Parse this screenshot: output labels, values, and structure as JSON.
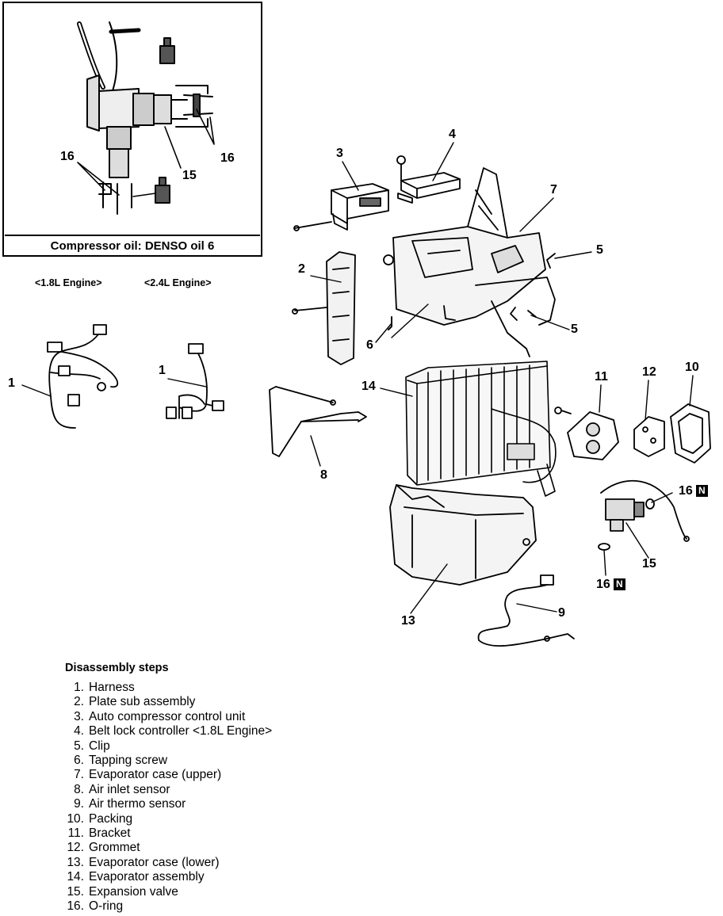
{
  "inset": {
    "caption": "Compressor oil: DENSO oil 6",
    "callouts": {
      "a": "16",
      "b": "16",
      "c": "15"
    }
  },
  "engines": {
    "left": "<1.8L Engine>",
    "right": "<2.4L Engine>"
  },
  "callouts": {
    "c3": "3",
    "c4": "4",
    "c7": "7",
    "c5a": "5",
    "c5b": "5",
    "c2": "2",
    "c6": "6",
    "c1a": "1",
    "c1b": "1",
    "c14": "14",
    "c11": "11",
    "c12": "12",
    "c10": "10",
    "c8": "8",
    "c16a": "16",
    "c16b": "16",
    "c15": "15",
    "c13": "13",
    "c9": "9"
  },
  "badges": {
    "n1": "N",
    "n2": "N"
  },
  "steps": {
    "title": "Disassembly steps",
    "items": [
      {
        "num": "1.",
        "text": "Harness"
      },
      {
        "num": "2.",
        "text": "Plate sub assembly"
      },
      {
        "num": "3.",
        "text": "Auto compressor control unit"
      },
      {
        "num": "4.",
        "text": "Belt lock controller <1.8L Engine>"
      },
      {
        "num": "5.",
        "text": "Clip"
      },
      {
        "num": "6.",
        "text": "Tapping screw"
      },
      {
        "num": "7.",
        "text": "Evaporator case (upper)"
      },
      {
        "num": "8.",
        "text": "Air inlet sensor"
      },
      {
        "num": "9.",
        "text": "Air thermo sensor"
      },
      {
        "num": "10.",
        "text": "Packing"
      },
      {
        "num": "11.",
        "text": "Bracket"
      },
      {
        "num": "12.",
        "text": "Grommet"
      },
      {
        "num": "13.",
        "text": "Evaporator case (lower)"
      },
      {
        "num": "14.",
        "text": "Evaporator assembly"
      },
      {
        "num": "15.",
        "text": "Expansion valve"
      },
      {
        "num": "16.",
        "text": "O-ring"
      }
    ]
  }
}
